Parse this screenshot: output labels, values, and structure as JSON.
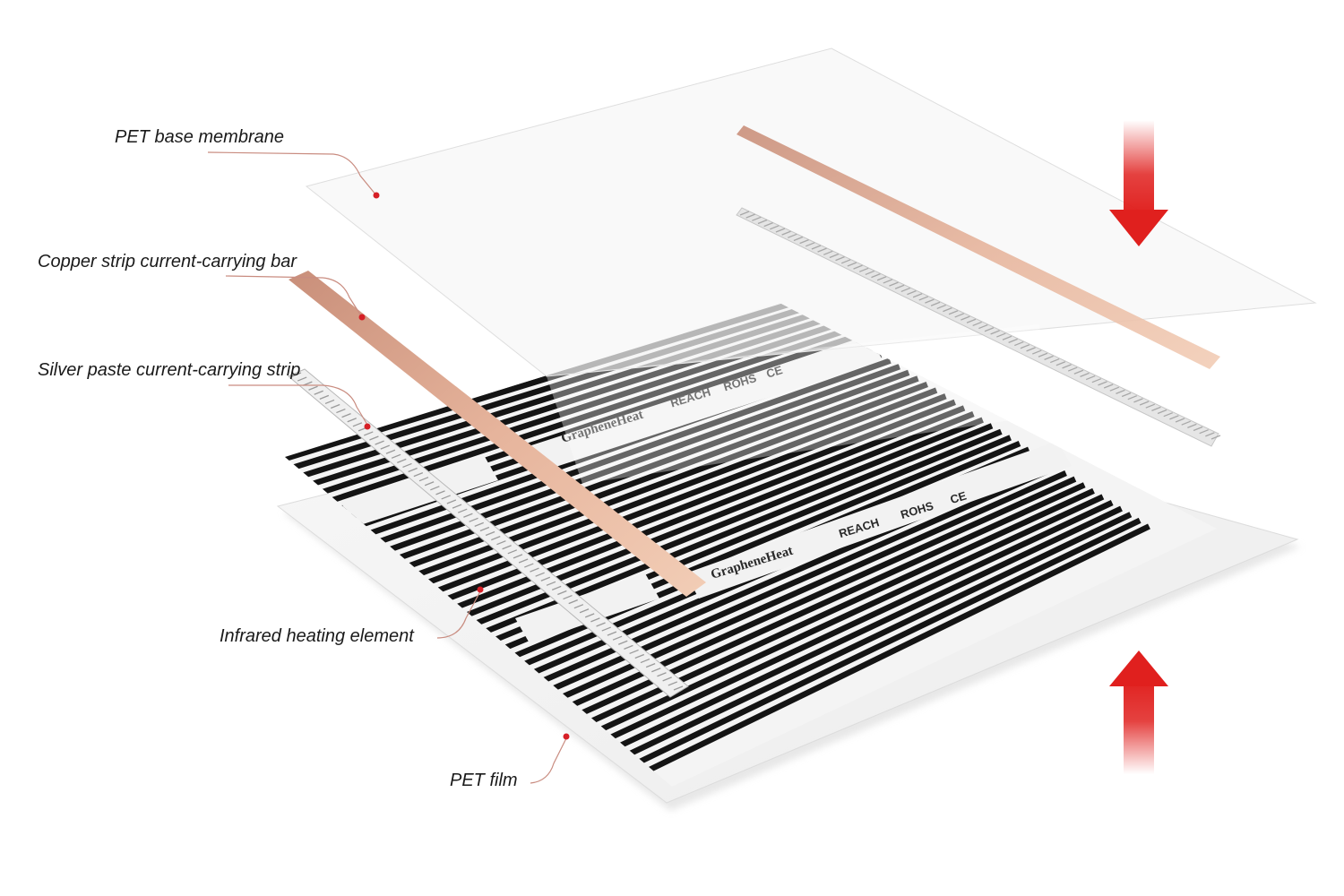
{
  "labels": {
    "pet_base_membrane": "PET base membrane",
    "copper_strip": "Copper strip current-carrying bar",
    "silver_paste": "Silver paste current-carrying strip",
    "infrared_element": "Infrared heating element",
    "pet_film": "PET film"
  },
  "film_marks": {
    "brand": "GrapheneHeat",
    "reach": "REACH",
    "rohs": "ROHS",
    "ce": "CE"
  },
  "colors": {
    "copper": "#d9a088",
    "arrow": "#e0201e",
    "leader": "#c98c80",
    "dot": "#d61f26",
    "stripe": "#141414"
  }
}
